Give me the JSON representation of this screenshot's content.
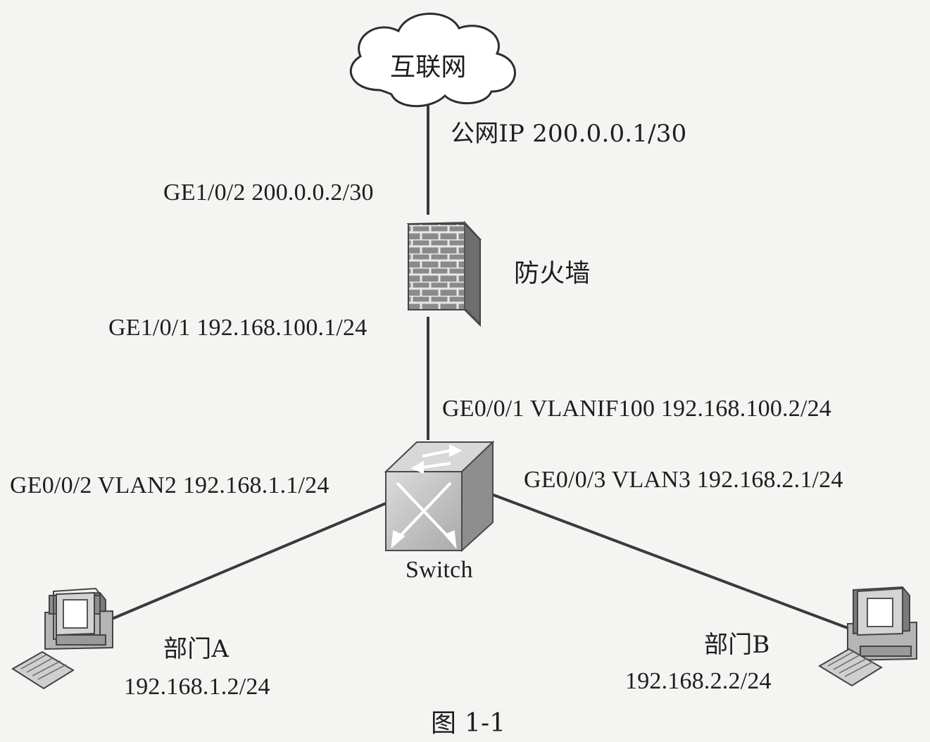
{
  "cloud_label": "互联网",
  "public_ip_label": "公网IP 200.0.0.1/30",
  "fw_ge102_label": "GE1/0/2  200.0.0.2/30",
  "firewall_label": "防火墙",
  "fw_ge101_label": "GE1/0/1  192.168.100.1/24",
  "sw_ge001_label": "GE0/0/1 VLANIF100 192.168.100.2/24",
  "sw_ge002_label": "GE0/0/2  VLAN2 192.168.1.1/24",
  "sw_ge003_label": "GE0/0/3  VLAN3 192.168.2.1/24",
  "switch_label": "Switch",
  "dept_a": {
    "name": "部门A",
    "ip": "192.168.1.2/24"
  },
  "dept_b": {
    "name": "部门B",
    "ip": "192.168.2.2/24"
  },
  "caption": "图 1-1"
}
